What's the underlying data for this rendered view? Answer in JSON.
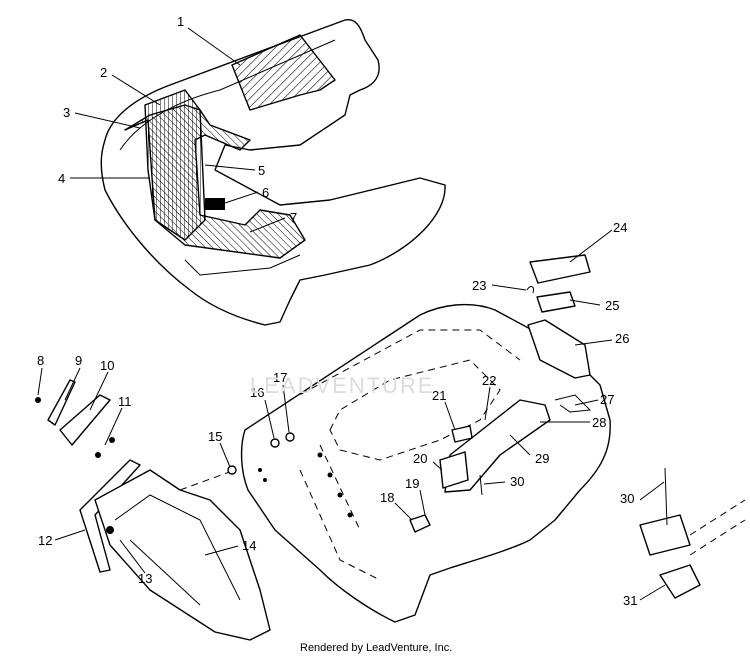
{
  "callouts": [
    "1",
    "2",
    "3",
    "4",
    "5",
    "6",
    "7",
    "8",
    "9",
    "10",
    "11",
    "12",
    "13",
    "14",
    "15",
    "16",
    "17",
    "18",
    "19",
    "20",
    "21",
    "22",
    "23",
    "24",
    "25",
    "26",
    "27",
    "28",
    "29",
    "30",
    "31"
  ],
  "watermark": "LEADVENTURE",
  "footer": "Rendered by LeadVenture, Inc."
}
